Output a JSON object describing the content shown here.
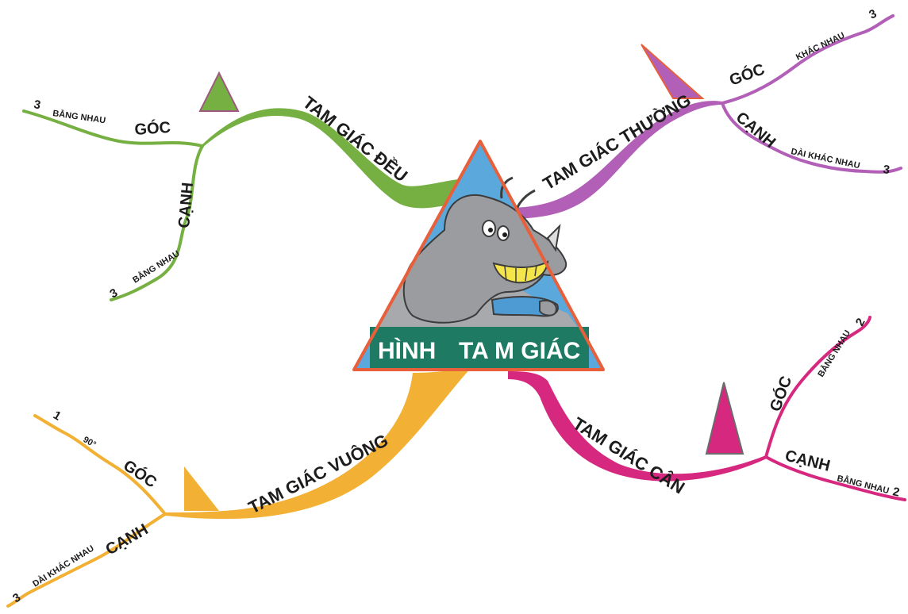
{
  "center": {
    "title_left": "HÌNH",
    "title_right": "TA M GIÁC",
    "colors": {
      "sky": "#5aa8dc",
      "ground": "#a7a9ac",
      "band": "#1e7a63",
      "border": "#e8603b"
    },
    "mascot": "rhino-mascot-icon"
  },
  "branches": {
    "deu": {
      "label": "TAM GIÁC ĐỀU",
      "color": "#76b043",
      "goc": {
        "label": "GÓC",
        "value": "BẰNG NHAU",
        "count": "3"
      },
      "canh": {
        "label": "CẠNH",
        "value": "BẰNG NHAU",
        "count": "3"
      },
      "shape_icon": "green-triangle-icon"
    },
    "thuong": {
      "label": "TAM GIÁC THƯỜNG",
      "color": "#b25fb7",
      "goc": {
        "label": "GÓC",
        "value": "KHÁC NHAU",
        "count": "3"
      },
      "canh": {
        "label": "CẠNH",
        "value": "DÀI KHÁC NHAU",
        "count": "3"
      },
      "shape_icon": "purple-triangle-icon"
    },
    "vuong": {
      "label": "TAM GIÁC VUÔNG",
      "color": "#f2b134",
      "goc": {
        "label": "GÓC",
        "value": "90°",
        "count": "1"
      },
      "canh": {
        "label": "CẠNH",
        "value": "DÀI KHÁC NHAU",
        "count": "3"
      },
      "shape_icon": "orange-triangle-icon"
    },
    "can": {
      "label": "TAM GIÁC CÂN",
      "color": "#d6287f",
      "goc": {
        "label": "GÓC",
        "value": "BẰNG NHAU",
        "count": "2"
      },
      "canh": {
        "label": "CẠNH",
        "value": "BẰNG NHAU",
        "count": "2"
      },
      "shape_icon": "magenta-triangle-icon"
    }
  }
}
